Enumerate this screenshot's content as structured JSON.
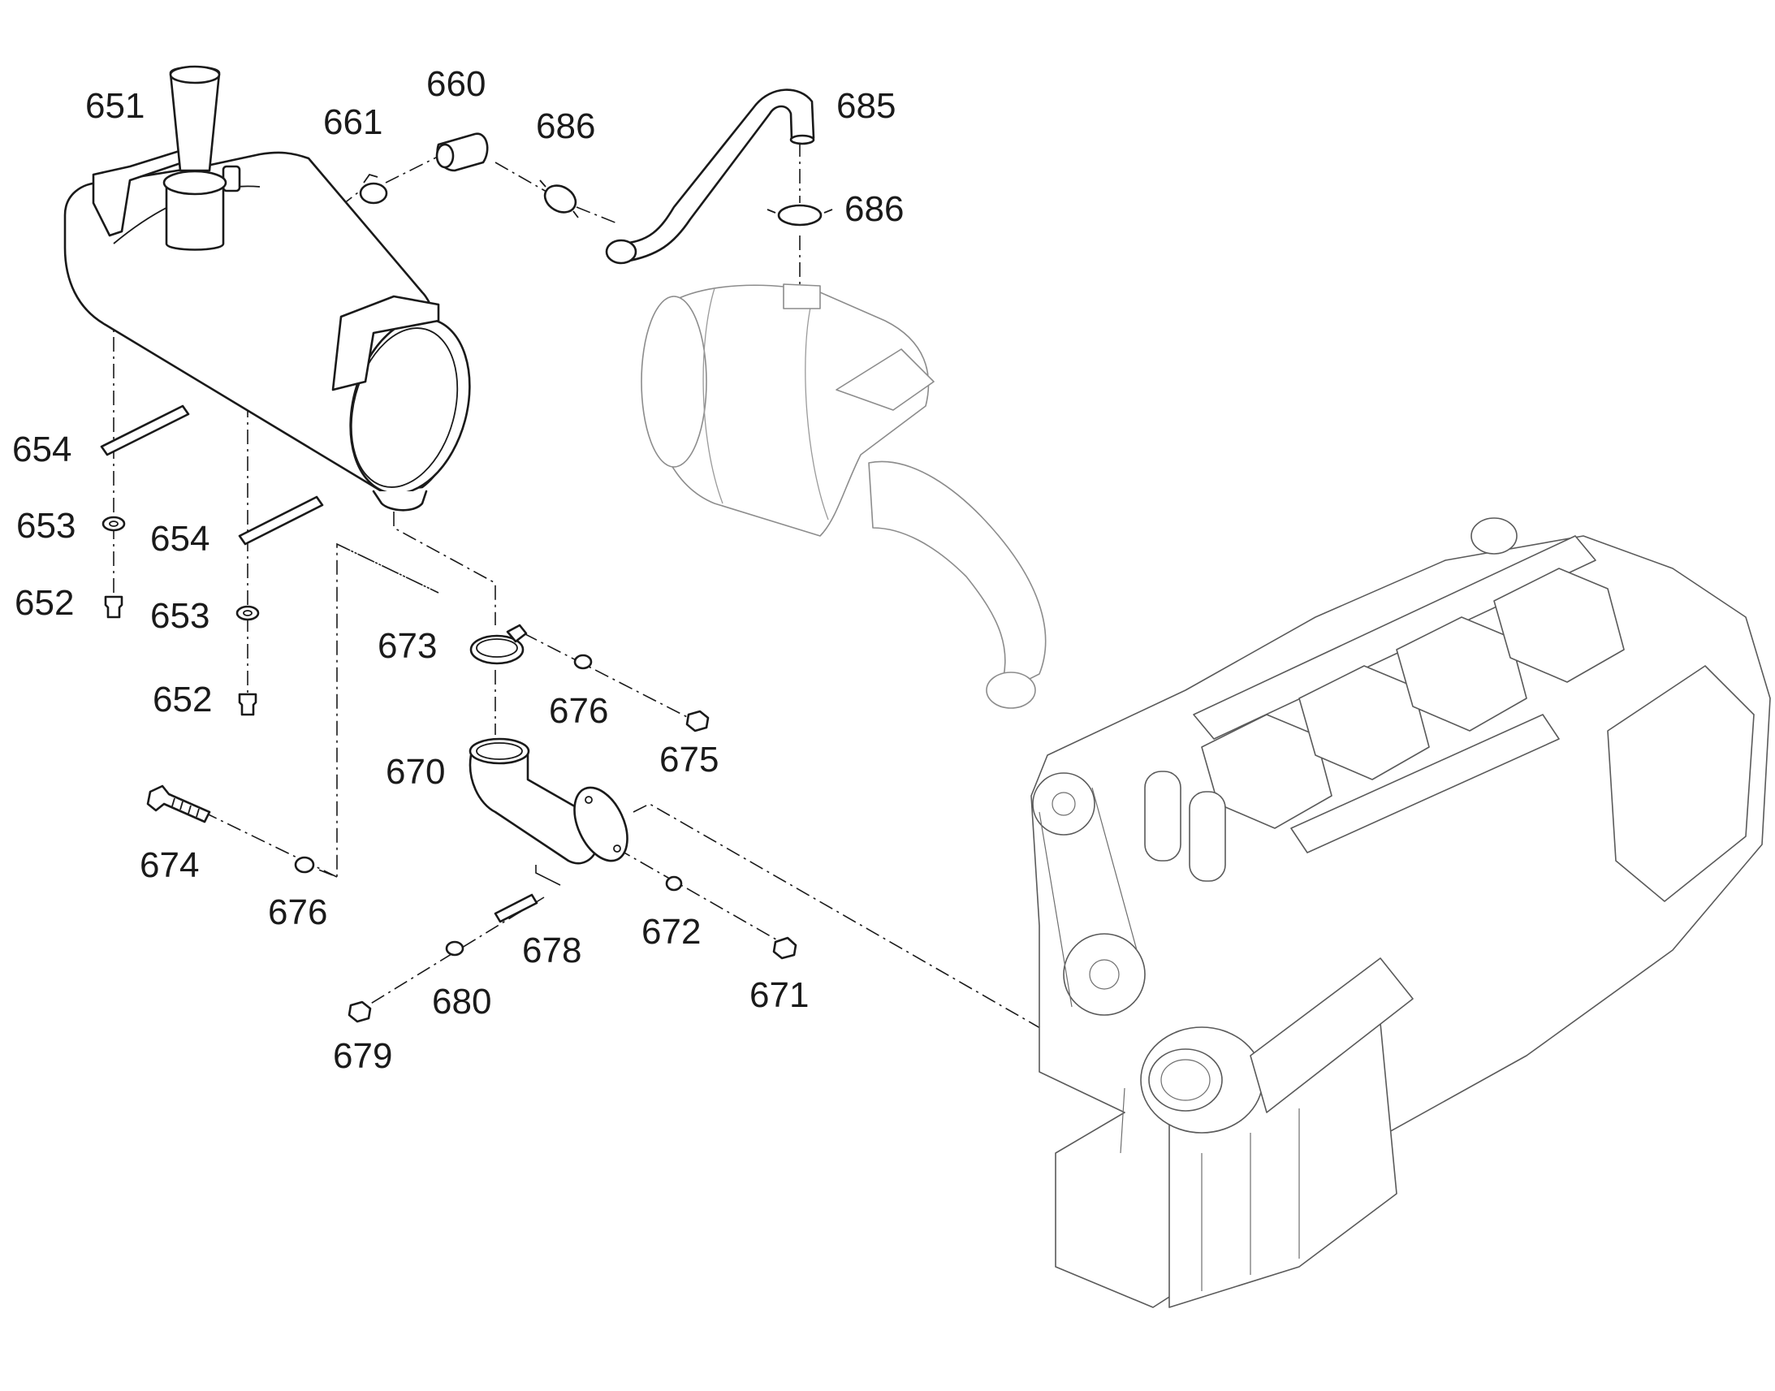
{
  "callouts": {
    "c651": "651",
    "c660": "660",
    "c661": "661",
    "c686a": "686",
    "c685": "685",
    "c686b": "686",
    "c654a": "654",
    "c653a": "653",
    "c652a": "652",
    "c654b": "654",
    "c653b": "653",
    "c652b": "652",
    "c673": "673",
    "c676a": "676",
    "c675": "675",
    "c670": "670",
    "c674": "674",
    "c676b": "676",
    "c678": "678",
    "c672": "672",
    "c671": "671",
    "c680": "680",
    "c679": "679"
  },
  "colors": {
    "line": "#1a1a1a",
    "ghost": "#8c8c8c",
    "engine": "#5a5a5a",
    "background": "#ffffff"
  }
}
